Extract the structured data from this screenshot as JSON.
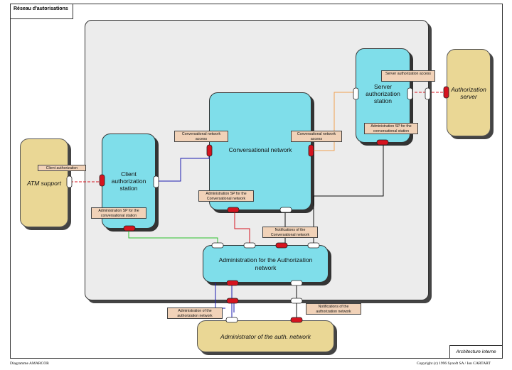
{
  "diagram": {
    "title": "Réseau d'autorisations",
    "view_label": "Architecture interne",
    "footer_left": "Diagramme AMARCOR",
    "footer_right": "Copyright (c)  1996 Synoft SA / Ion CARTART"
  },
  "stations": {
    "client": "Client authorization station",
    "conversational": "Conversational network",
    "server": "Server authorization station",
    "admin": "Administration for the Authorization network"
  },
  "actors": {
    "atm": "ATM support",
    "auth_server": "Authorization server",
    "administrator": "Administrator of the auth. network"
  },
  "flows": {
    "client_authorization": "Client authorization",
    "conv_access_left": "Conversational network access",
    "conv_access_right": "Conversational network access",
    "server_access": "Server authorization access",
    "admin_sp_server": "Administration SP for the conversational station",
    "admin_sp_conv": "Administration SP for the Conversational network",
    "admin_sp_client": "Administration SP for the conversational station",
    "notif_conv": "Notifications of the Conversational network",
    "admin_auth_net": "Administration of the authorization network",
    "notif_auth_net": "Notifications of the authorization network"
  },
  "colors": {
    "station_fill": "#7fdeea",
    "actor_fill": "#ead795",
    "flow_fill": "#f1d2b8",
    "port_red": "#d6141f",
    "link_blue": "#1b1bb0",
    "link_green": "#2bbf2b",
    "link_orange": "#f0a050",
    "link_red": "#d6141f",
    "link_black": "#111111"
  }
}
